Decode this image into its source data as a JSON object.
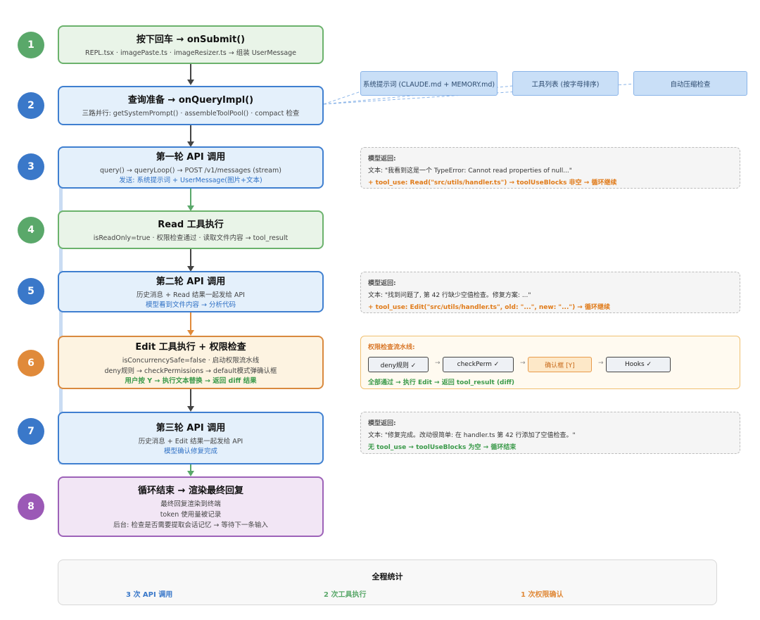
{
  "steps": [
    {
      "num": "1",
      "title": "按下回车 → onSubmit()",
      "lines": [
        "REPL.tsx · imagePaste.ts · imageResizer.ts → 组装 UserMessage"
      ]
    },
    {
      "num": "2",
      "title": "查询准备 → onQueryImpl()",
      "lines": [
        "三路并行: getSystemPrompt() · assembleToolPool() · compact 检查"
      ]
    },
    {
      "num": "3",
      "title": "第一轮 API 调用",
      "lines": [
        "query() → queryLoop() → POST /v1/messages (stream)"
      ],
      "highlight": "发送: 系统提示词 + UserMessage(图片+文本)"
    },
    {
      "num": "4",
      "title": "Read 工具执行",
      "lines": [
        "isReadOnly=true · 权限检查通过 · 读取文件内容 → tool_result"
      ]
    },
    {
      "num": "5",
      "title": "第二轮 API 调用",
      "lines": [
        "历史消息 + Read 结果一起发给 API"
      ],
      "highlight": "模型看到文件内容 → 分析代码"
    },
    {
      "num": "6",
      "title": "Edit 工具执行 + 权限检查",
      "lines": [
        "isConcurrencySafe=false · 启动权限流水线",
        "deny规则 → checkPermissions → default模式弹确认框"
      ],
      "highlight": "用户按 Y → 执行文本替换 → 返回 diff 结果"
    },
    {
      "num": "7",
      "title": "第三轮 API 调用",
      "lines": [
        "历史消息 + Edit 结果一起发给 API"
      ],
      "highlight": "模型确认修复完成"
    },
    {
      "num": "8",
      "title": "循环结束 → 渲染最终回复",
      "lines": [
        "最终回复渲染到终端",
        "token 使用量被记录",
        "后台: 检查是否需要提取会话记忆 → 等待下一条输入"
      ]
    }
  ],
  "chips": [
    "系统提示词 (CLAUDE.md + MEMORY.md)",
    "工具列表 (按字母排序)",
    "自动压缩检查"
  ],
  "notes": [
    {
      "header": "模型返回:",
      "text": "文本: \"我看到这是一个 TypeError: Cannot read properties of null...\"",
      "action": "+ tool_use: Read(\"src/utils/handler.ts\") → toolUseBlocks 非空 → 循环继续"
    },
    {
      "header": "模型返回:",
      "text": "文本: \"找到问题了, 第 42 行缺少空值检查。修复方案: ...\"",
      "action": "+ tool_use: Edit(\"src/utils/handler.ts\", old: \"...\", new: \"...\") → 循环继续"
    },
    {
      "header": "模型返回:",
      "text": "文本: \"修复完成。改动很简单: 在 handler.ts 第 42 行添加了空值检查。\"",
      "action": "无 tool_use → toolUseBlocks 为空 → 循环结束"
    }
  ],
  "permission": {
    "header": "权限检查流水线:",
    "boxes": [
      "deny规则 ✓",
      "checkPerm ✓",
      "确认框 [Y]",
      "Hooks ✓"
    ],
    "arrow": "→",
    "result": "全部通过 → 执行 Edit → 返回 tool_result (diff)"
  },
  "stats": {
    "title": "全程统计",
    "items": [
      "3 次 API 调用",
      "2 次工具执行",
      "1 次权限确认"
    ]
  },
  "colors": {
    "green": "#5aa86a",
    "blue": "#3a78c9",
    "orange": "#e08a3a",
    "purple": "#9b59b6"
  }
}
